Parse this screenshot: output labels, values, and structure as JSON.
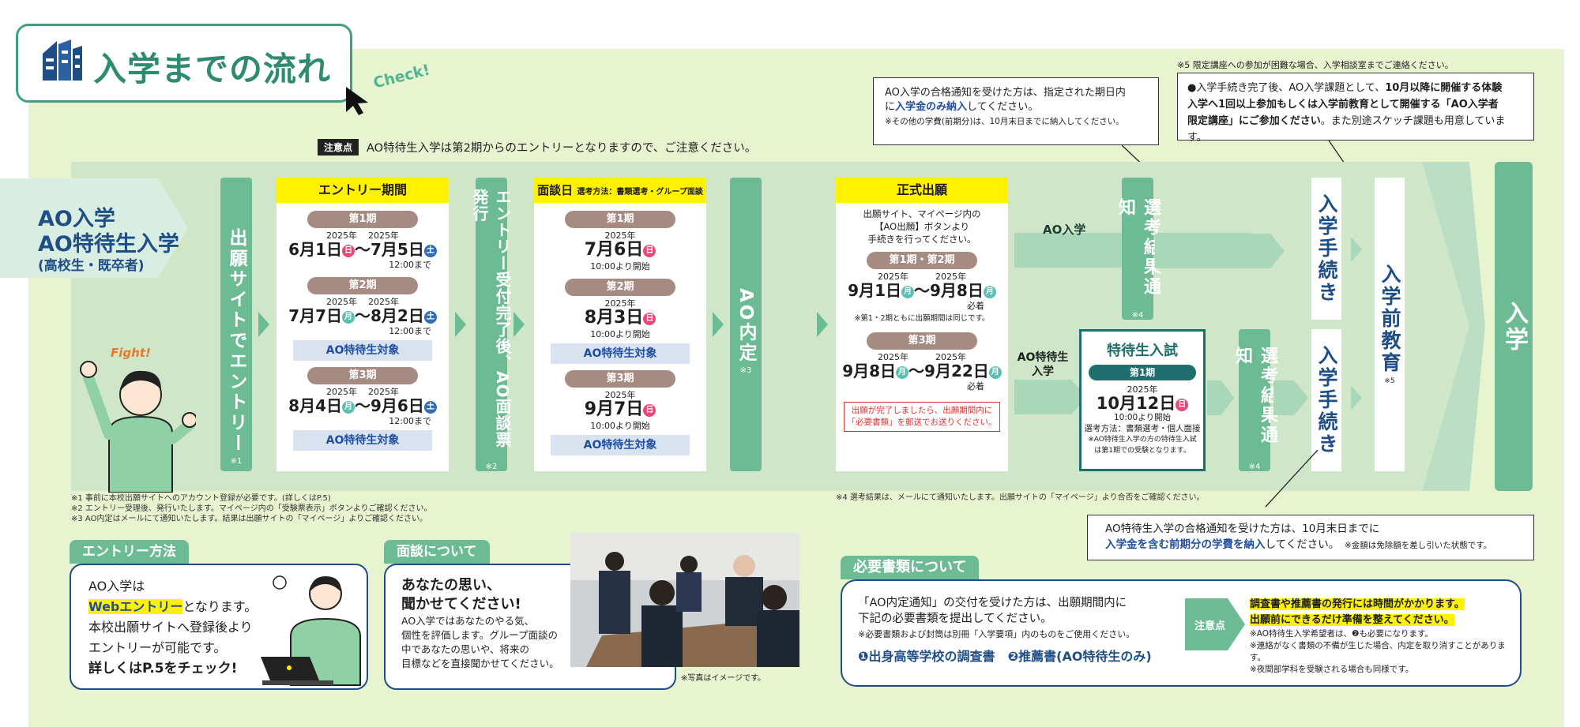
{
  "header": {
    "title": "入学までの流れ",
    "check_label": "Check!"
  },
  "top_note": {
    "tag": "注意点",
    "text": "AO特待生入学は第2期からのエントリーとなりますので、ご注意ください。"
  },
  "left_label": {
    "line1": "AO入学",
    "line2": "AO特待生入学",
    "line3": "(高校生・既卒者)",
    "fight": "Fight!"
  },
  "steps": {
    "step1": {
      "label": "出願サイトでエントリー",
      "mark": "※1"
    },
    "step2": {
      "label": "エントリー受付完了後、AO面談票発行",
      "mark": "※2"
    },
    "step3": {
      "label": "AO内定",
      "mark": "※3"
    },
    "result1": {
      "label": "選考結果通知",
      "mark": "※4"
    },
    "result2": {
      "label": "選考結果通知",
      "mark": "※4"
    },
    "proc1": "入学手続き",
    "proc2": "入学手続き",
    "pre_edu": {
      "label": "入学前教育",
      "mark": "※5"
    },
    "enroll": "入学"
  },
  "entry_period": {
    "heading": "エントリー期間",
    "p1": {
      "name": "第1期",
      "y1": "2025年",
      "d1": "6月1日",
      "w1": "日",
      "y2": "2025年",
      "d2": "7月5日",
      "w2": "土",
      "note": "12:00まで"
    },
    "p2": {
      "name": "第2期",
      "y1": "2025年",
      "d1": "7月7日",
      "w1": "月",
      "y2": "2025年",
      "d2": "8月2日",
      "w2": "土",
      "note": "12:00まで",
      "target": "AO特待生対象"
    },
    "p3": {
      "name": "第3期",
      "y1": "2025年",
      "d1": "8月4日",
      "w1": "月",
      "y2": "2025年",
      "d2": "9月6日",
      "w2": "土",
      "note": "12:00まで",
      "target": "AO特待生対象"
    },
    "tilde": "～"
  },
  "interview": {
    "heading": "面談日",
    "heading_sub": "選考方法：書類選考・グループ面談",
    "p1": {
      "name": "第1期",
      "y": "2025年",
      "d": "7月6日",
      "w": "日",
      "note": "10:00より開始"
    },
    "p2": {
      "name": "第2期",
      "y": "2025年",
      "d": "8月3日",
      "w": "日",
      "note": "10:00より開始",
      "target": "AO特待生対象"
    },
    "p3": {
      "name": "第3期",
      "y": "2025年",
      "d": "9月7日",
      "w": "日",
      "note": "10:00より開始",
      "target": "AO特待生対象"
    }
  },
  "application": {
    "heading": "正式出願",
    "text1": "出願サイト、マイページ内の",
    "text2": "【AO出願】ボタンより",
    "text3": "手続きを行ってください。",
    "pa": {
      "name": "第1期・第2期",
      "y1": "2025年",
      "d1": "9月1日",
      "w1": "月",
      "y2": "2025年",
      "d2": "9月8日",
      "w2": "月",
      "note": "必着",
      "sub": "※第1・2期ともに出願期間は同じです。"
    },
    "pb": {
      "name": "第3期",
      "y1": "2025年",
      "d1": "9月8日",
      "w1": "月",
      "y2": "2025年",
      "d2": "9月22日",
      "w2": "月",
      "note": "必着"
    },
    "warn1": "出願が完了しましたら、出願期間内に",
    "warn2": "「必要書類」を郵送でお送りください。"
  },
  "route_ao": "AO入学",
  "route_special": "AO特待生入学",
  "special_exam": {
    "heading": "特待生入試",
    "phase": "第1期",
    "y": "2025年",
    "d": "10月12日",
    "w": "日",
    "note1": "10:00より開始",
    "note2": "選考方法：書類選考・個人面接",
    "note3": "※AO特待生入学の方の特待生入試",
    "note4": "は第1期での受験となります。"
  },
  "callouts": {
    "c1_l1": "AO入学の合格通知を受けた方は、指定された期日内",
    "c1_l2a": "に",
    "c1_l2b": "入学金のみ納入",
    "c1_l2c": "してください。",
    "c1_l3": "※その他の学費(前期分)は、10月末日までに納入してください。",
    "c5_top": "※5 限定講座への参加が困難な場合、入学相談室までご連絡ください。",
    "c2_l1a": "●入学手続き完了後、AO入学課題として、",
    "c2_l1b": "10月以降に開催する体験",
    "c2_l2": "入学へ1回以上参加もしくは入学前教育として開催する「AO入学者",
    "c2_l3a": "限定講座」にご参加ください",
    "c2_l3b": "。また別途スケッチ課題も用意しています。",
    "c3_l1": "AO特待生入学の合格通知を受けた方は、10月末日までに",
    "c3_l2a": "入学金を含む前期分の学費を納入",
    "c3_l2b": "してください。",
    "c3_l2c": "※金額は免除額を差し引いた状態です。"
  },
  "footnotes": {
    "f1": "※1 事前に本校出願サイトへのアカウント登録が必要です。(詳しくはP.5)",
    "f2": "※2 エントリー受理後、発行いたします。マイページ内の「受験票表示」ボタンよりご確認ください。",
    "f3": "※3 AO内定はメールにて通知いたします。結果は出願サイトの「マイページ」よりご確認ください。",
    "f4": "※4 選考結果は、メールにて通知いたします。出願サイトの「マイページ」より合否をご確認ください。"
  },
  "entry_method": {
    "tab": "エントリー方法",
    "l1": "AO入学は",
    "l2a": "Webエントリー",
    "l2b": "となります。",
    "l3": "本校出願サイトへ登録後より",
    "l4": "エントリーが可能です。",
    "l5": "詳しくはP.5をチェック!"
  },
  "about_interview": {
    "tab": "面談について",
    "h1": "あなたの思い、",
    "h2": "聞かせてください!",
    "t1": "AO入学ではあなたのやる気、",
    "t2": "個性を評価します。グループ面談の",
    "t3": "中であなたの思いや、将来の",
    "t4": "目標などを直接聞かせてください。",
    "photo_note": "※写真はイメージです。"
  },
  "docs": {
    "tab": "必要書類について",
    "l1": "「AO内定通知」の交付を受けた方は、出願期間内に",
    "l2": "下記の必要書類を提出してください。",
    "l3": "※必要書類および封筒は別冊「入学要項」内のものをご使用ください。",
    "d1": "❶出身高等学校の調査書",
    "d2": "❷推薦書(AO特待生のみ)",
    "tag": "注意点",
    "n1": "調査書や推薦書の発行には時間がかかります。",
    "n2": "出願前にできるだけ準備を整えてください。",
    "n3": "※AO特待生入学希望者は、❷も必要になります。",
    "n4": "※連絡がなく書類の不備が生じた場合、内定を取り消すことがあります。",
    "n5": "※夜間部学科を受験される場合も同様です。"
  },
  "colors": {
    "accent_green": "#6cbb95",
    "navy": "#1f4e86",
    "yellow": "#fff100"
  }
}
